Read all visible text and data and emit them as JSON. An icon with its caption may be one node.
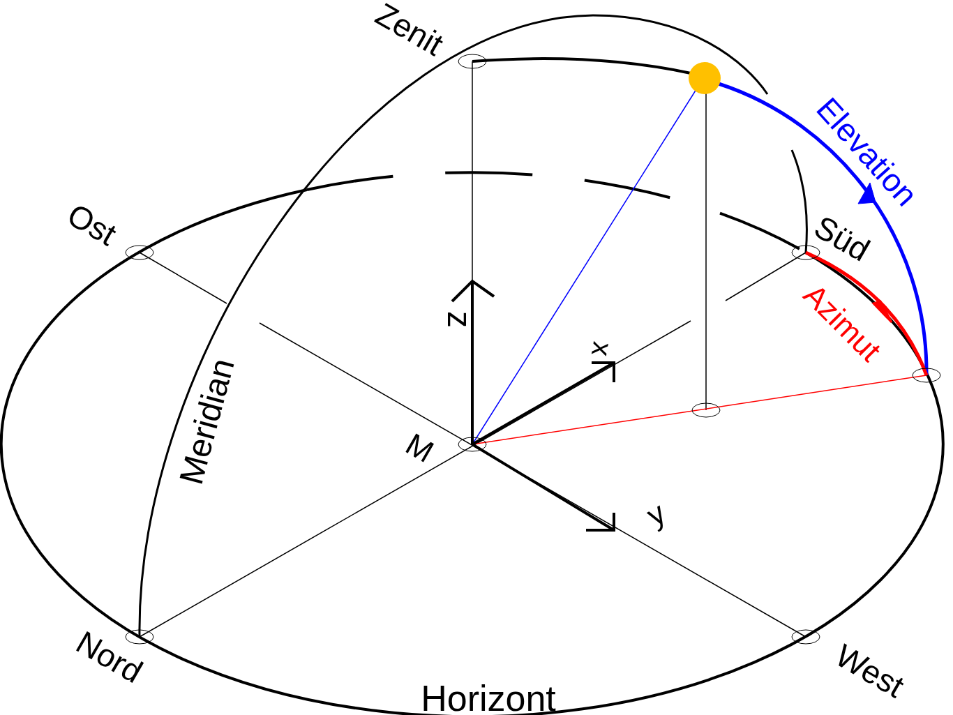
{
  "diagram": {
    "labels": [
      "Zenit",
      "Elevation",
      "Ost",
      "Süd",
      "Azimut",
      "z",
      "x",
      "M",
      "Meridian",
      "y",
      "Nord",
      "Horizont",
      "West"
    ]
  }
}
